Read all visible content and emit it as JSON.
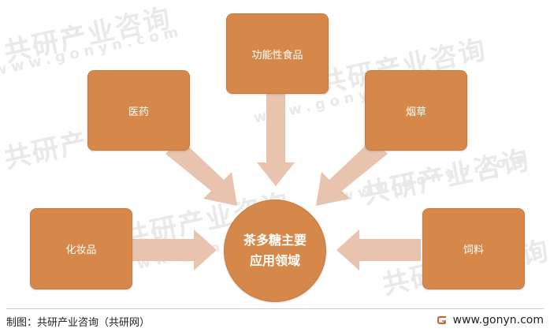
{
  "diagram": {
    "center_line1": "茶多糖主要",
    "center_line2": "应用领域",
    "nodes": {
      "gongneng": "功能性食品",
      "yiyao": "医药",
      "yancao": "烟草",
      "huazhuang": "化妆品",
      "siliao": "饲料"
    }
  },
  "watermark": {
    "brand": "共研产业咨询",
    "site": "www.gonyn.com"
  },
  "footer": {
    "source": "制图：共研产业咨询（共研网）",
    "site": "www.gonyn.com",
    "logo_icon": "gonyn-logo-icon"
  },
  "colors": {
    "box_fill": "#d6884a",
    "arrow_fill": "#e8c3ad",
    "text_light": "#ffffff"
  }
}
